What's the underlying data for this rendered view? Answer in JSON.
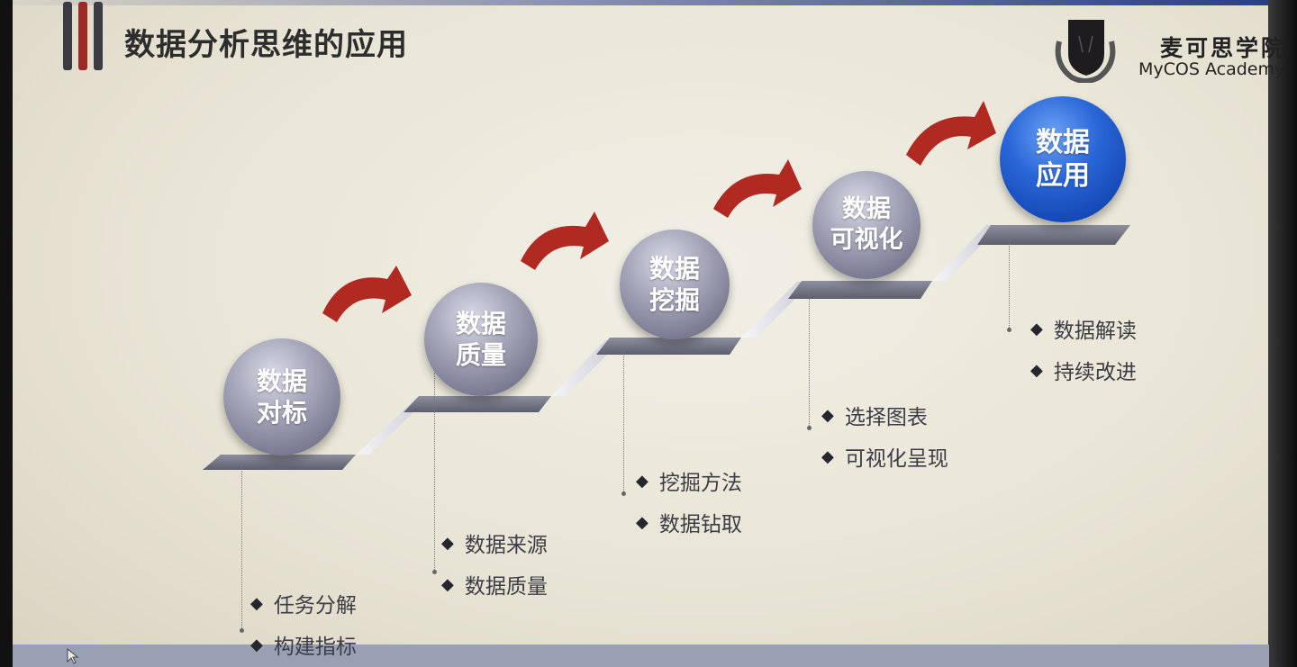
{
  "slide": {
    "title": "数据分析思维的应用",
    "logo": {
      "name_cn": "麦可思学院",
      "name_en": "MyCOS Academy"
    },
    "accent_red": "#b02a22",
    "accent_blue": "#1f5bd0"
  },
  "steps": [
    {
      "line1": "数据",
      "line2": "对标",
      "bullets": [
        "任务分解",
        "构建指标"
      ]
    },
    {
      "line1": "数据",
      "line2": "质量",
      "bullets": [
        "数据来源",
        "数据质量"
      ]
    },
    {
      "line1": "数据",
      "line2": "挖掘",
      "bullets": [
        "挖掘方法",
        "数据钻取"
      ]
    },
    {
      "line1": "数据",
      "line2": "可视化",
      "bullets": [
        "选择图表",
        "可视化呈现"
      ]
    },
    {
      "line1": "数据",
      "line2": "应用",
      "bullets": [
        "数据解读",
        "持续改进"
      ]
    }
  ]
}
